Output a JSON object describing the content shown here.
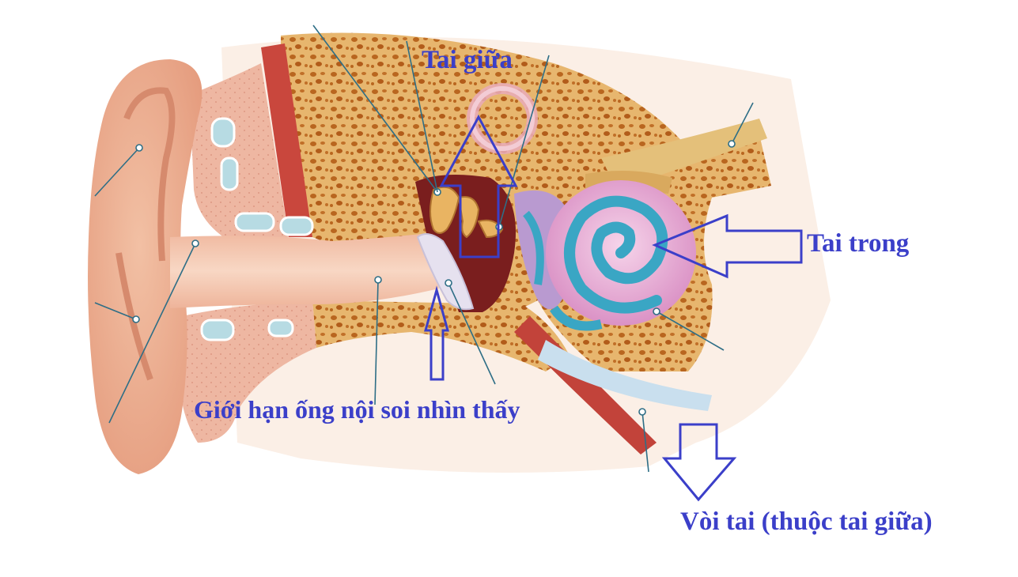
{
  "labels": {
    "tai_giua": "Tai giữa",
    "tai_trong": "Tai trong",
    "gioi_han": "Giới hạn ống nội soi nhìn thấy",
    "voi_tai": "Vòi tai (thuộc tai giữa)"
  },
  "colors": {
    "label_text": "#3b3fc9",
    "arrow_stroke": "#3b3fc9",
    "skin": "#e9a98f",
    "skin_dark": "#d98a6e",
    "bone": "#e6b56c",
    "bone_pores": "#b8621e",
    "canal": "#f6d0bd",
    "cochlea_pink": "#e7a8d2",
    "cochlea_blue": "#3aa6c4",
    "vestibule_purple": "#b595c9",
    "muscle_red": "#c0453b",
    "nerve_yellow": "#e2bd6b",
    "leader_line": "#2e6e86"
  }
}
